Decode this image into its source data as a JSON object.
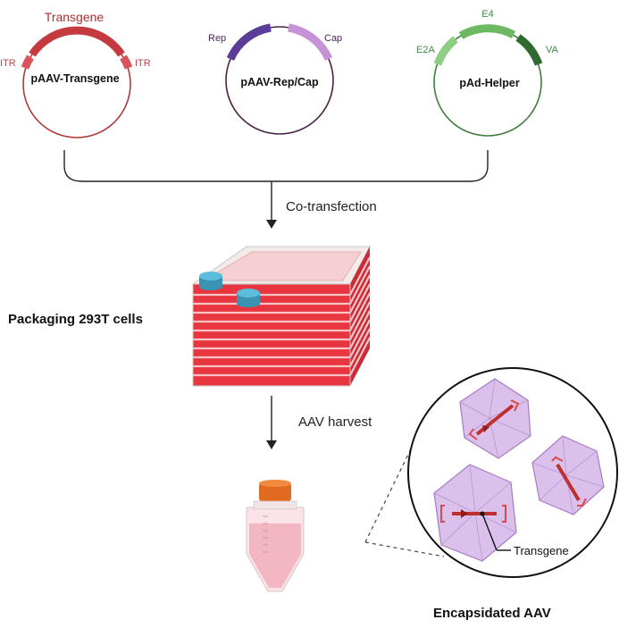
{
  "plasmids": {
    "transgene": {
      "name": "pAAV-Transgene",
      "insert_label": "Transgene",
      "itr_left": "ITR",
      "itr_right": "ITR",
      "colors": {
        "backbone": "#b03a3a",
        "insert": "#c43a3f",
        "itr": "#d9545b",
        "text": "#a63333"
      }
    },
    "repcap": {
      "name": "pAAV-Rep/Cap",
      "rep_label": "Rep",
      "cap_label": "Cap",
      "colors": {
        "backbone": "#4a2248",
        "rep": "#5b3c99",
        "cap": "#c792d6",
        "text": "#4a2a5c"
      }
    },
    "helper": {
      "name": "pAd-Helper",
      "e2a_label": "E2A",
      "e4_label": "E4",
      "va_label": "VA",
      "colors": {
        "backbone": "#3f7f3a",
        "e2a": "#8fcf85",
        "e4": "#6db862",
        "va": "#2f6b2f",
        "text": "#3f8a3f"
      }
    }
  },
  "steps": {
    "transfection": "Co-transfection",
    "packaging": "Packaging 293T cells",
    "harvest": "AAV harvest",
    "encapsidated": "Encapsidated AAV"
  },
  "callout": {
    "transgene_label": "Transgene"
  },
  "colors": {
    "flask_red": "#e8353f",
    "flask_light": "#f5c6c9",
    "cap_blue": "#4aa9c9",
    "tube_cap": "#e06a1f",
    "tube_liquid": "#f2b7c2",
    "capsid": "#d9b8ea",
    "capsid_stroke": "#a77bc4",
    "dna": "#c02f2f"
  }
}
